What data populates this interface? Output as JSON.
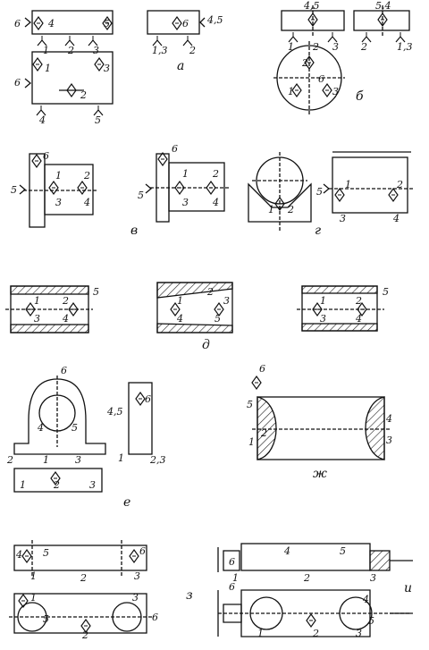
{
  "figure": {
    "a": {
      "caption": "а",
      "top_left_labels": [
        "6",
        "4",
        "5",
        "1",
        "2",
        "3"
      ],
      "top_right_labels": [
        "6",
        "4,5",
        "1,3",
        "2"
      ],
      "bottom_labels": [
        "6",
        "1",
        "3",
        "2",
        "4",
        "5"
      ]
    },
    "b": {
      "caption": "б",
      "left_labels": [
        "4,5",
        "1",
        "2",
        "3"
      ],
      "right_labels": [
        "5,4",
        "2",
        "1,3"
      ],
      "circle_labels": [
        "1",
        "2",
        "3",
        "6"
      ]
    },
    "v": {
      "caption": "в",
      "left_labels": [
        "6",
        "5",
        "1",
        "2",
        "3",
        "4"
      ],
      "right_labels": [
        "6",
        "5",
        "1",
        "2",
        "3",
        "4"
      ]
    },
    "g": {
      "caption": "г",
      "prism_labels": [
        "1",
        "2"
      ],
      "shaft_labels": [
        "5",
        "1",
        "2",
        "3",
        "4"
      ]
    },
    "d": {
      "caption": "д",
      "left_labels": [
        "1",
        "2",
        "3",
        "4",
        "5"
      ],
      "middle_labels": [
        "1",
        "2",
        "3",
        "4",
        "5"
      ],
      "right_labels": [
        "1",
        "2",
        "3",
        "4",
        "5"
      ]
    },
    "e": {
      "caption": "е",
      "front_labels": [
        "6",
        "4",
        "5",
        "2",
        "1",
        "3"
      ],
      "side_labels": [
        "4,5",
        "6",
        "1",
        "2,3"
      ],
      "bottom_labels": [
        "1",
        "2",
        "3"
      ]
    },
    "zh": {
      "caption": "ж",
      "labels": [
        "6",
        "5",
        "1",
        "2",
        "3",
        "4"
      ]
    },
    "z": {
      "caption": "з",
      "top_labels": [
        "4",
        "1",
        "5",
        "2",
        "6",
        "3"
      ],
      "bottom_labels": [
        "1",
        "5",
        "2",
        "3",
        "6"
      ]
    },
    "i": {
      "caption": "и",
      "top_labels": [
        "6",
        "4",
        "5",
        "1",
        "2",
        "3"
      ],
      "bottom_labels": [
        "6",
        "1",
        "2",
        "3",
        "4",
        "5"
      ]
    }
  }
}
